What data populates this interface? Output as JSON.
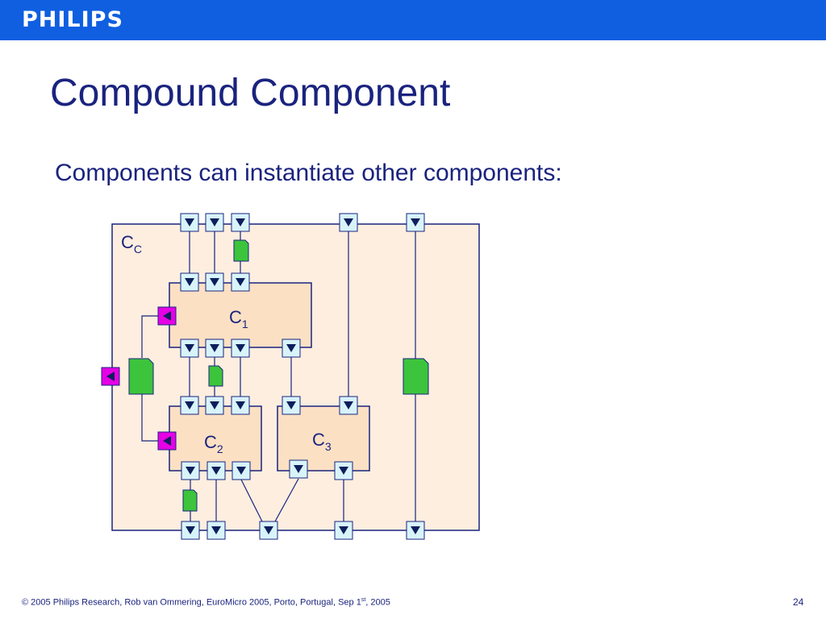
{
  "header": {
    "brand": "PHILIPS",
    "brand_color": "#0f5fe0"
  },
  "slide": {
    "title": "Compound Component",
    "bullet": "Components can instantiate other components:"
  },
  "diagram": {
    "outer": {
      "name": "C",
      "sub": "C"
    },
    "inner": [
      {
        "name": "C",
        "sub": "1"
      },
      {
        "name": "C",
        "sub": "2"
      },
      {
        "name": "C",
        "sub": "3"
      }
    ],
    "colors": {
      "outer_fill": "#fdeee0",
      "inner_fill": "#fbe0c4",
      "port_fill": "#d8f4fa",
      "arrow_fill": "#0d1f5c",
      "provided_port_fill": "#e600e6",
      "document_fill": "#3cc43c"
    }
  },
  "footer": {
    "copyright": "© 2005 Philips Research,  Rob van Ommering, EuroMicro 2005, Porto, Portugal, Sep 1",
    "sup": "st",
    "year": ", 2005",
    "page": "24"
  }
}
